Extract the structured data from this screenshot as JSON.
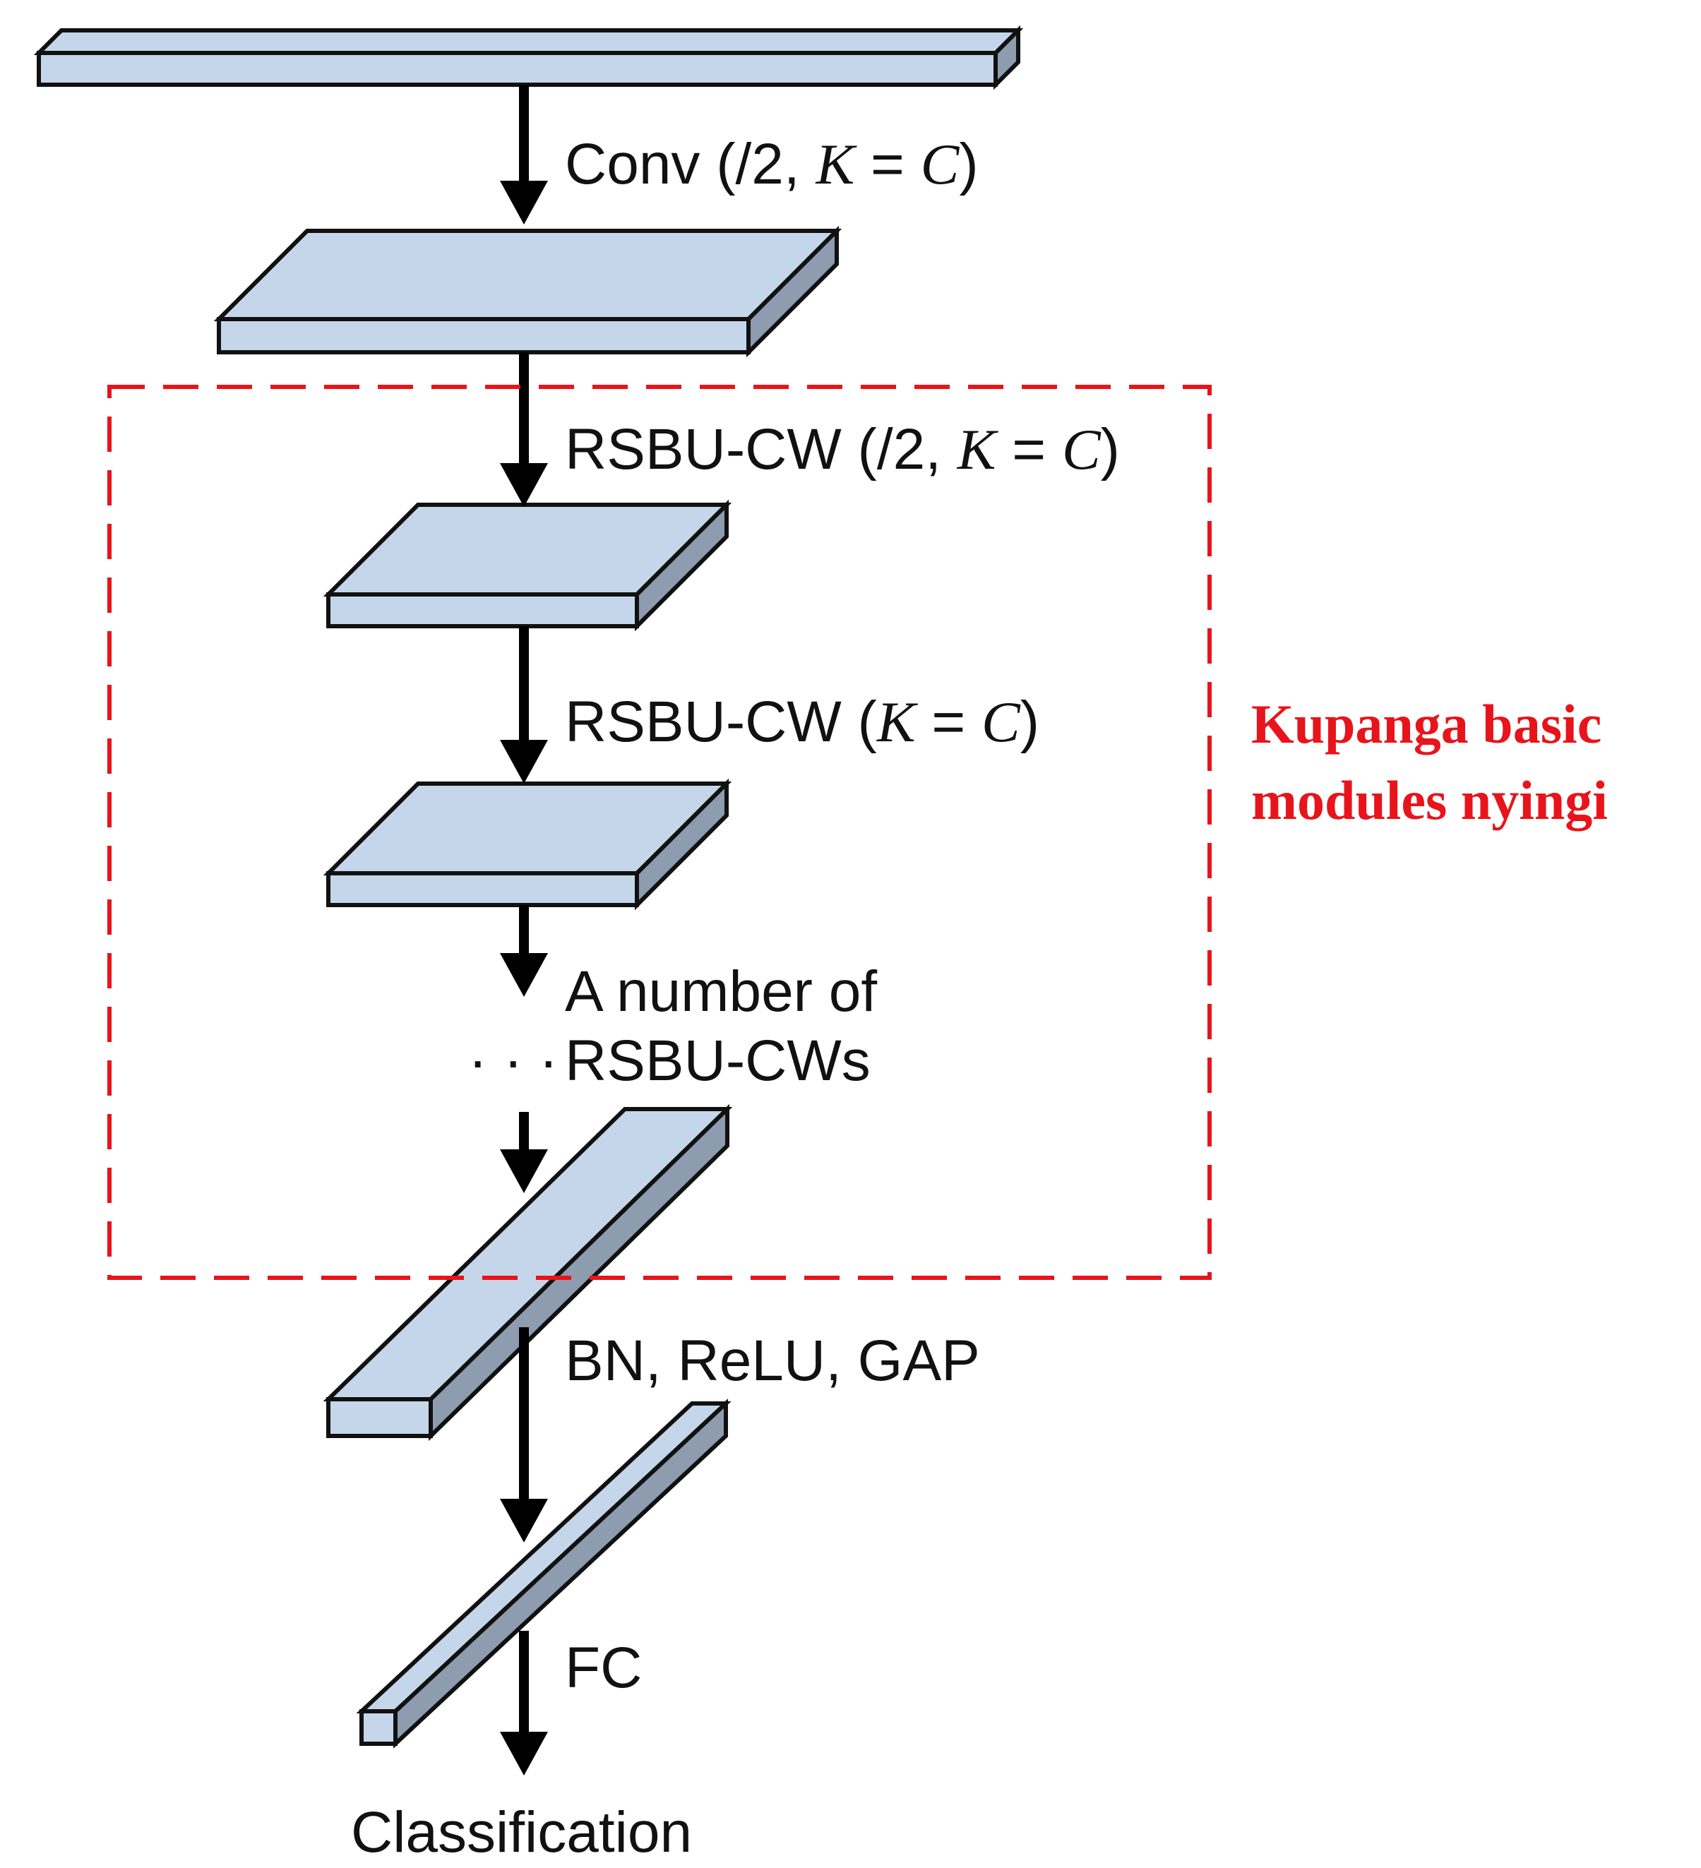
{
  "colors": {
    "block_front": "#c5d6ea",
    "block_top": "#c5d6ea",
    "block_side": "#8d9cae",
    "highlight": "#e8141b"
  },
  "blocks": [
    {
      "name": "input-layer-block"
    },
    {
      "name": "conv-output-block"
    },
    {
      "name": "rsbu-cw-1-output-block"
    },
    {
      "name": "rsbu-cw-2-output-block"
    },
    {
      "name": "rsbu-stack-output-block"
    },
    {
      "name": "gap-output-block"
    }
  ],
  "labels": {
    "conv": {
      "text": "Conv (/2, ",
      "math": "K",
      "eq": " = ",
      "math2": "C",
      "close": ")"
    },
    "rsbu1": {
      "text": "RSBU-CW (/2, ",
      "math": "K",
      "eq": " = ",
      "math2": "C",
      "close": ")"
    },
    "rsbu2": {
      "text": "RSBU-CW (",
      "math": "K",
      "eq": " = ",
      "math2": "C",
      "close": ")"
    },
    "number_of_line1": "A number of",
    "number_of_line2": "RSBU-CWs",
    "ellipsis": "· · ·",
    "bn": "BN, ReLU, GAP",
    "fc": "FC",
    "classification": "Classification"
  },
  "annotation": {
    "line1": "Kupanga basic",
    "line2": "modules nyingi"
  }
}
